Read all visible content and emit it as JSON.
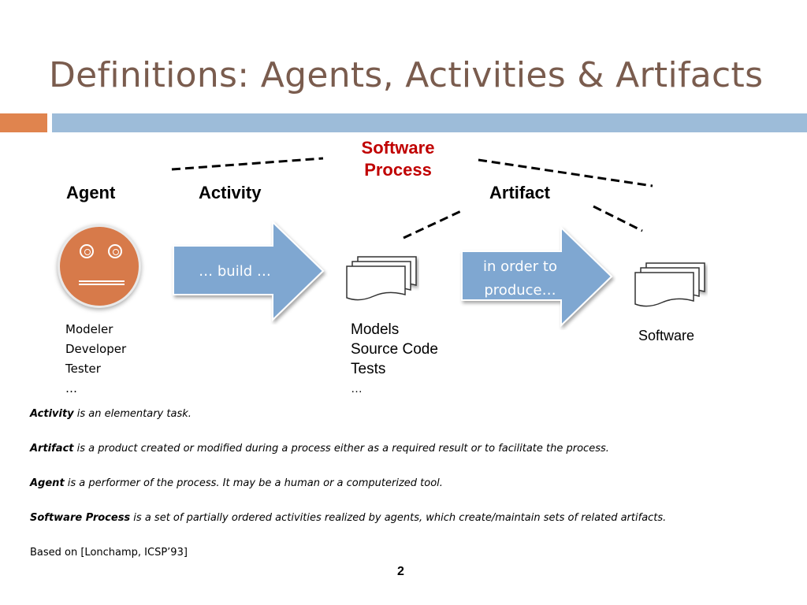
{
  "slide": {
    "title": "Definitions: Agents, Activities & Artifacts",
    "page_number": "2"
  },
  "diagram": {
    "process_label_line1": "Software",
    "process_label_line2": "Process",
    "headers": {
      "agent": "Agent",
      "activity": "Activity",
      "artifact": "Artifact"
    },
    "arrow1_text": "… build …",
    "arrow2_line1": "in order to",
    "arrow2_line2": "produce…",
    "agents": [
      "Modeler",
      "Developer",
      "Tester",
      "…"
    ],
    "artifacts": [
      "Models",
      "Source Code",
      "Tests",
      "…"
    ],
    "product": "Software"
  },
  "definitions": [
    {
      "term": "Activity",
      "text": " is an elementary task."
    },
    {
      "term": "Artifact",
      "text": " is a product created or modified during a process either as a required result or to facilitate the process."
    },
    {
      "term": "Agent",
      "text": " is a performer of the process. It may be a human or a computerized tool."
    },
    {
      "term": "Software Process",
      "text": " is a set of partially ordered activities realized by agents, which create/maintain sets of related artifacts."
    }
  ],
  "reference": "Based on [Lonchamp, ICSP’93]",
  "colors": {
    "title": "#7a5c4e",
    "accent_orange": "#e0844e",
    "accent_blue": "#9dbcd9",
    "process_label": "#c00000",
    "arrow_fill": "#7fa7d1"
  }
}
